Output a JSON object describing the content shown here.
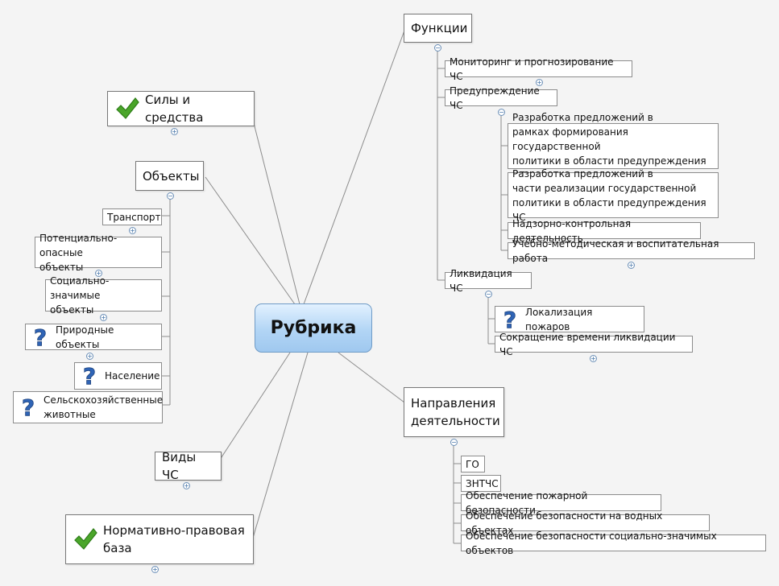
{
  "root": {
    "label": "Рубрика"
  },
  "left": {
    "sily": "Силы и средства",
    "obekty": {
      "label": "Объекты",
      "children": [
        "Транспорт",
        "Потенциально-опасные\nобъекты",
        "Социально-значимые\nобъекты",
        "Природные объекты",
        "Население",
        "Сельскохозяйственные\nживотные"
      ]
    },
    "vidy": "Виды ЧС",
    "normativ": "Нормативно-правовая\nбаза"
  },
  "right": {
    "funkcii": {
      "label": "Функции",
      "monitoring": "Мониторинг и прогнозирование ЧС",
      "preduprezhdenie": {
        "label": "Предупреждение ЧС",
        "children": [
          "Разработка предложений в\nрамках формирования государственной\nполитики в области предупреждения ЧС",
          "Разработка предложений в\nчасти реализации государственной\nполитики в области предупреждения ЧС",
          "Надзорно-контрольная деятельность",
          "Учебно-методическая и воспитательная работа"
        ]
      },
      "likvidaciya": {
        "label": "Ликвидация ЧС",
        "children": [
          "Локализация пожаров",
          "Сокращение времени ликвидации ЧС"
        ]
      }
    },
    "napravleniya": {
      "label": "Направления\nдеятельности",
      "children": [
        "ГО",
        "ЗНТЧС",
        "Обеспечение пожарной безопасности",
        "Обеспечение безопасности на водных объектах",
        "Обеспечение безопасности социально-значимых объектов"
      ]
    }
  },
  "icons": {
    "checkmark": "checkmark-icon",
    "question": "question-mark-icon"
  },
  "colors": {
    "root_fill": "#b2d5f5",
    "check": "#4aa52a",
    "question": "#2f64b6",
    "line": "#8c8c8c"
  }
}
